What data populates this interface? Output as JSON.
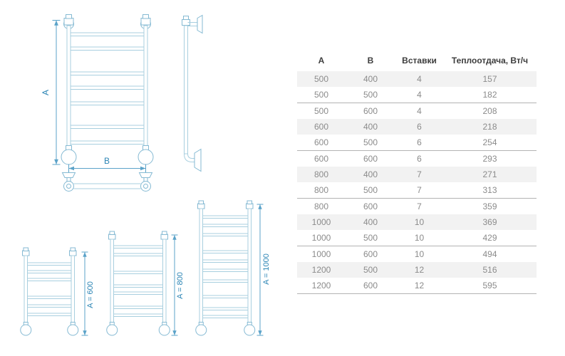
{
  "drawings": {
    "label_a": "A",
    "label_b": "B",
    "sizes": [
      "A = 600",
      "A = 800",
      "A = 1000"
    ]
  },
  "table": {
    "headers": [
      "А",
      "В",
      "Вставки",
      "Теплоотдача, Вт/ч"
    ],
    "rows": [
      [
        500,
        400,
        4,
        157
      ],
      [
        500,
        500,
        4,
        182
      ],
      [
        500,
        600,
        4,
        208
      ],
      [
        600,
        400,
        6,
        218
      ],
      [
        600,
        500,
        6,
        254
      ],
      [
        600,
        600,
        6,
        293
      ],
      [
        800,
        400,
        7,
        271
      ],
      [
        800,
        500,
        7,
        313
      ],
      [
        800,
        600,
        7,
        359
      ],
      [
        1000,
        400,
        10,
        369
      ],
      [
        1000,
        500,
        10,
        429
      ],
      [
        1000,
        600,
        10,
        494
      ],
      [
        1200,
        500,
        12,
        516
      ],
      [
        1200,
        600,
        12,
        595
      ]
    ],
    "shaded_row_indices": [
      0,
      3,
      6,
      9,
      12
    ],
    "border_after_indices": [
      1,
      4,
      7,
      10,
      13
    ],
    "colors": {
      "row_shade": "#f2f2f2",
      "border": "#b3b3b3",
      "header_text": "#3d3d3d",
      "cell_text": "#8b8b8b"
    }
  },
  "drawing_colors": {
    "tube": "#a8cfdf",
    "fitting": "#85bad3",
    "dimension": "#5ba3c9",
    "label": "#2c85b5"
  }
}
